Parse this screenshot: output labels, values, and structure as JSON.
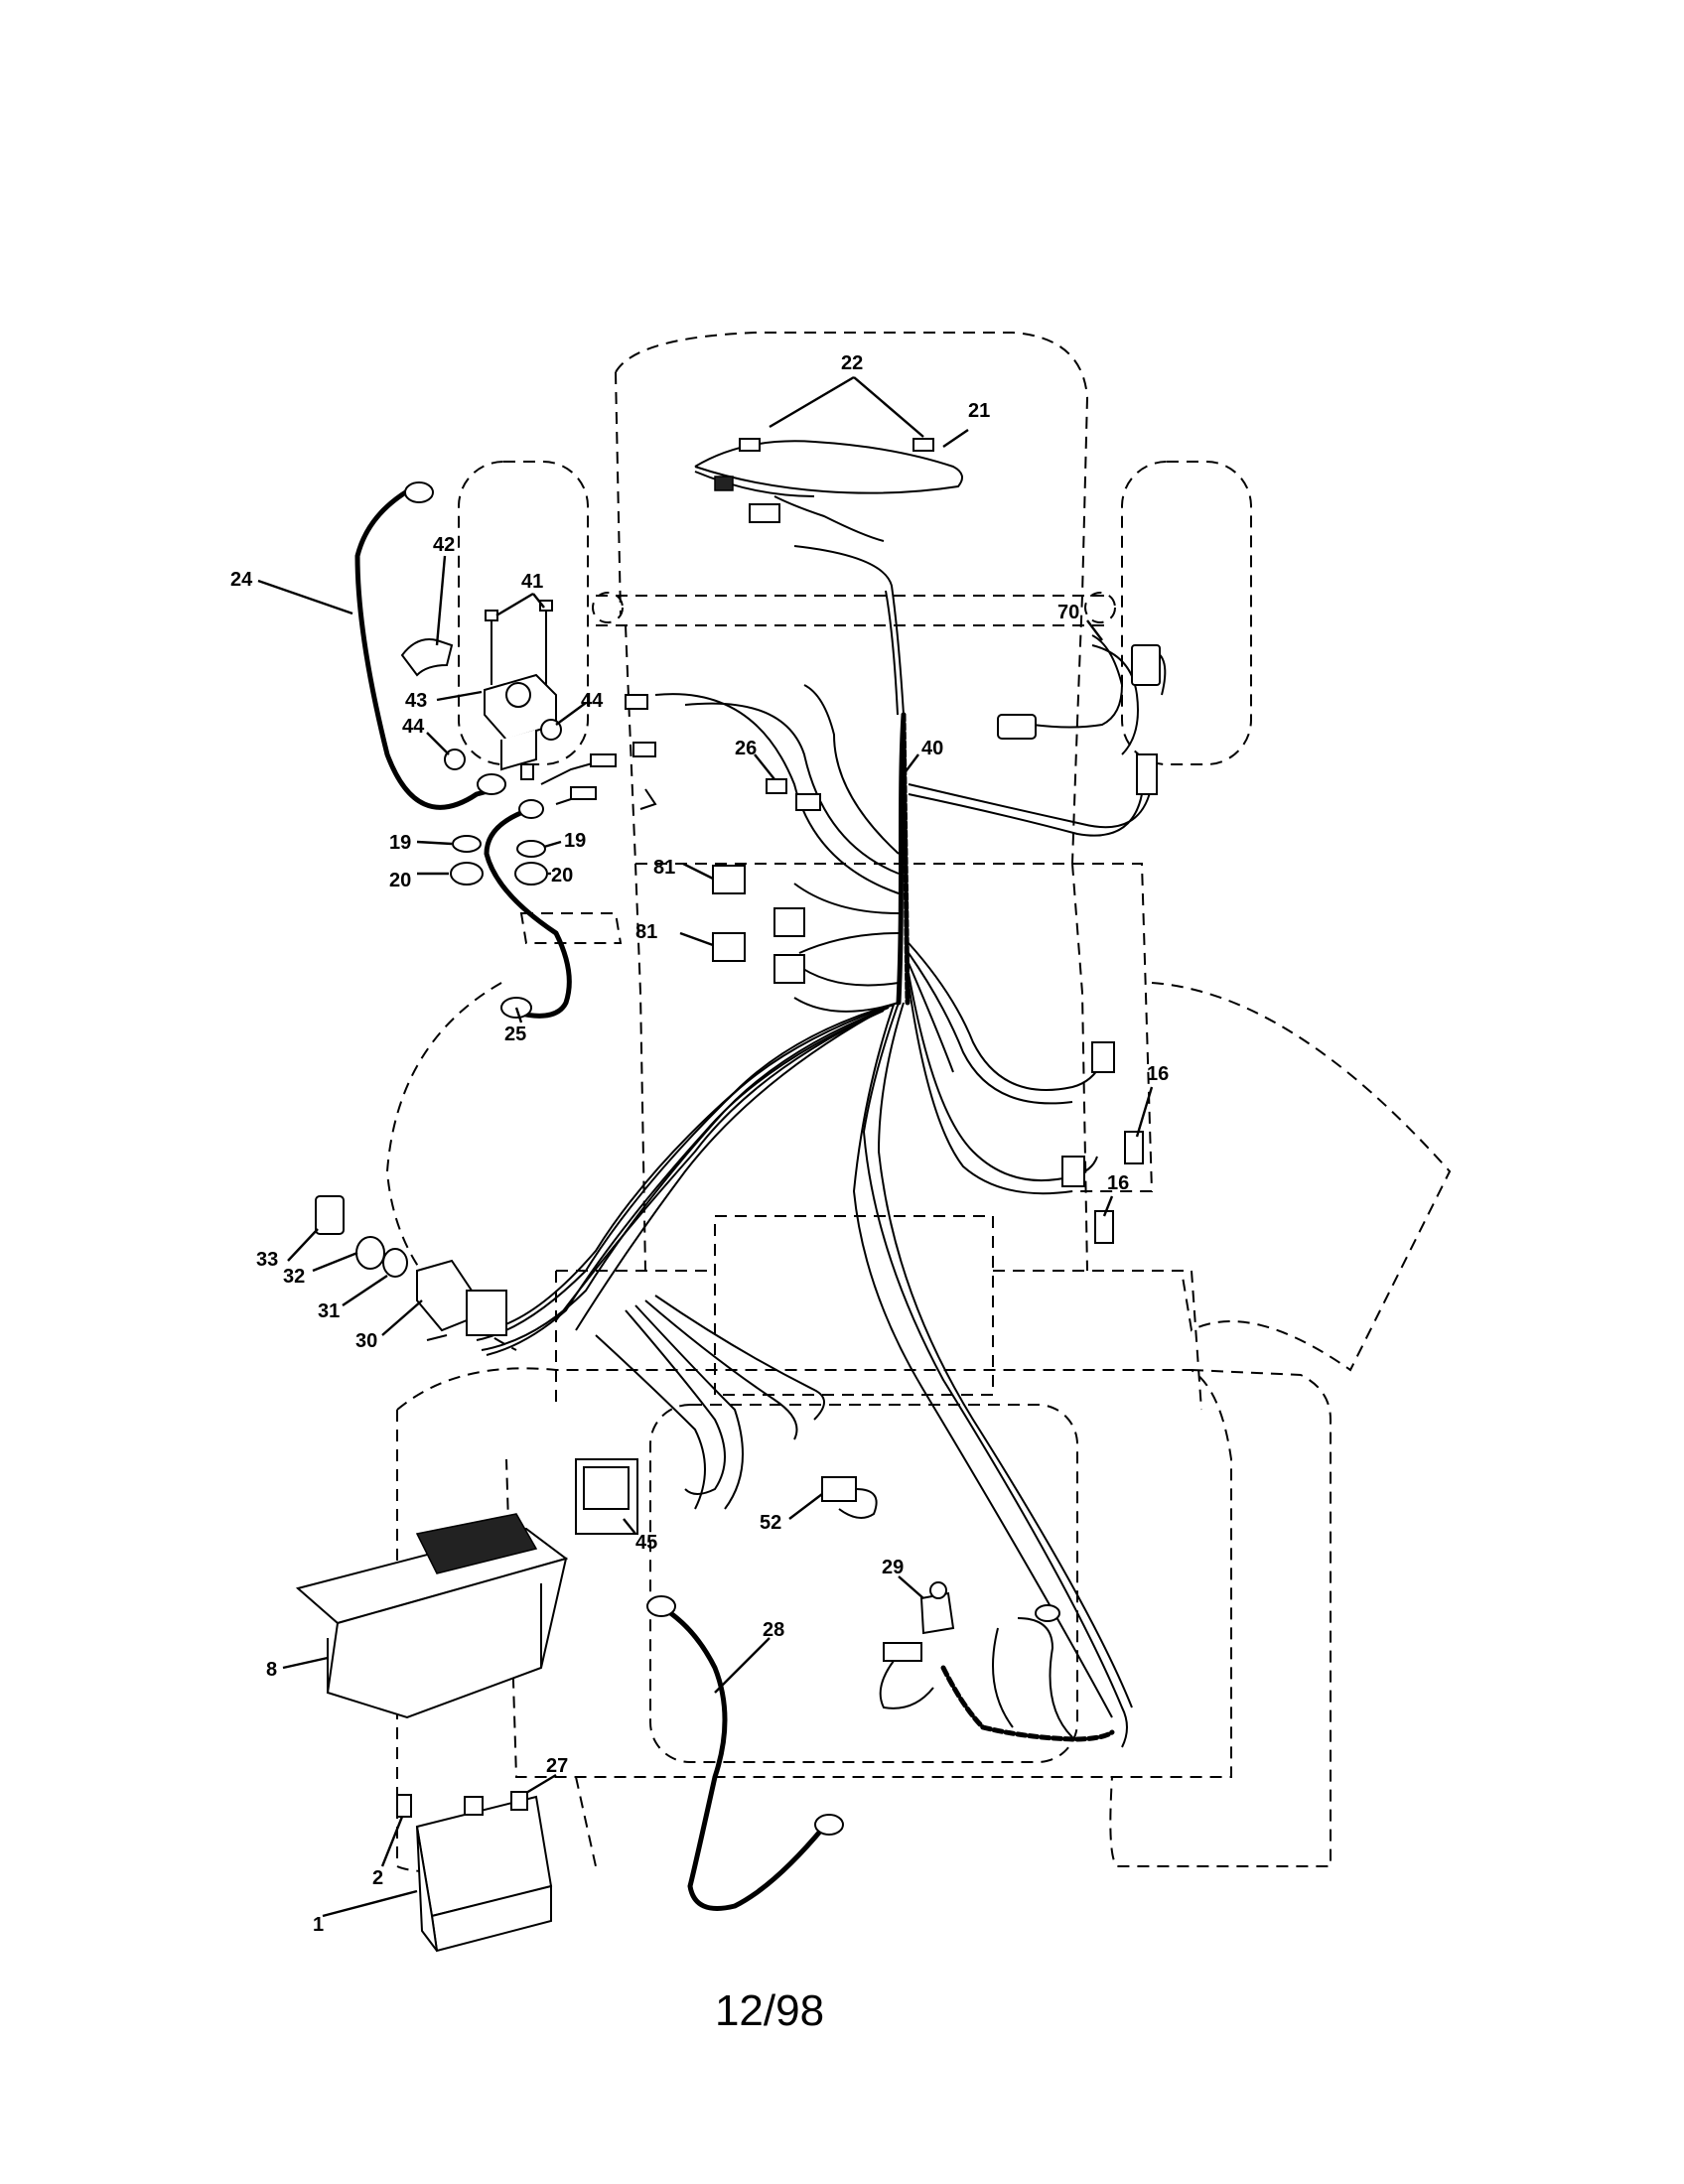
{
  "callouts": {
    "c1": "1",
    "c2": "2",
    "c8": "8",
    "c16a": "16",
    "c16b": "16",
    "c19a": "19",
    "c19b": "19",
    "c20a": "20",
    "c20b": "20",
    "c21": "21",
    "c22": "22",
    "c24": "24",
    "c25": "25",
    "c26": "26",
    "c27": "27",
    "c28": "28",
    "c29": "29",
    "c30": "30",
    "c31": "31",
    "c32": "32",
    "c33": "33",
    "c40": "40",
    "c41": "41",
    "c42": "42",
    "c43": "43",
    "c44a": "44",
    "c44b": "44",
    "c45": "45",
    "c52": "52",
    "c70": "70",
    "c81a": "81",
    "c81b": "81"
  },
  "footer": {
    "page_code": "12/98"
  }
}
